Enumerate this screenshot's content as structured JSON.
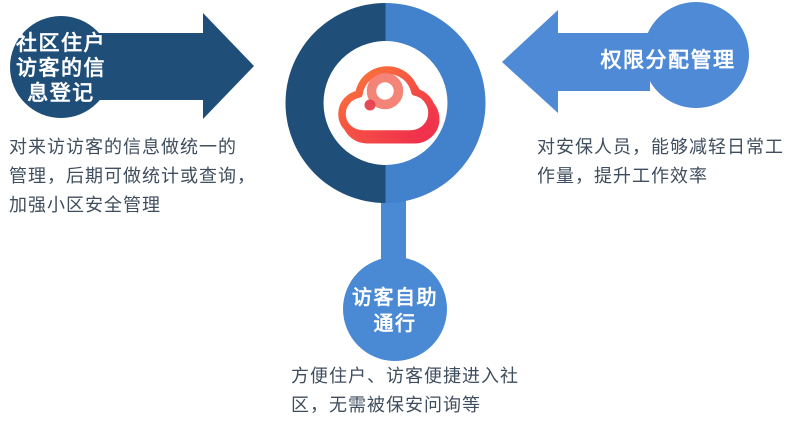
{
  "colors": {
    "navy": "#1F4E79",
    "donut_right_blue": "#4281CC",
    "arrow_light_blue": "#4E8AD5",
    "bar_blue": "#4A89D4",
    "cloud_gradient_start": "#FC7A38",
    "cloud_gradient_end": "#EF2B4E",
    "ring_salmon": "#F3796B",
    "dot_red": "#E6404E",
    "body_text": "#3F4E5E",
    "label_text": "#FFFFFF",
    "background": "#FFFFFF"
  },
  "diagram": {
    "center_icon": "cloud-icon",
    "left_node": {
      "title": "社区住户\n访客的信\n息登记",
      "description": "对来访访客的信息做统一的\n管理，后期可做统计或查询，\n加强小区安全管理"
    },
    "right_node": {
      "title": "权限分配管理",
      "description": "对安保人员，能够减轻日常工\n作量，提升工作效率"
    },
    "bottom_node": {
      "title": "访客自助\n通行",
      "description": "方便住户、访客便捷进入社\n区，无需被保安问询等"
    }
  }
}
